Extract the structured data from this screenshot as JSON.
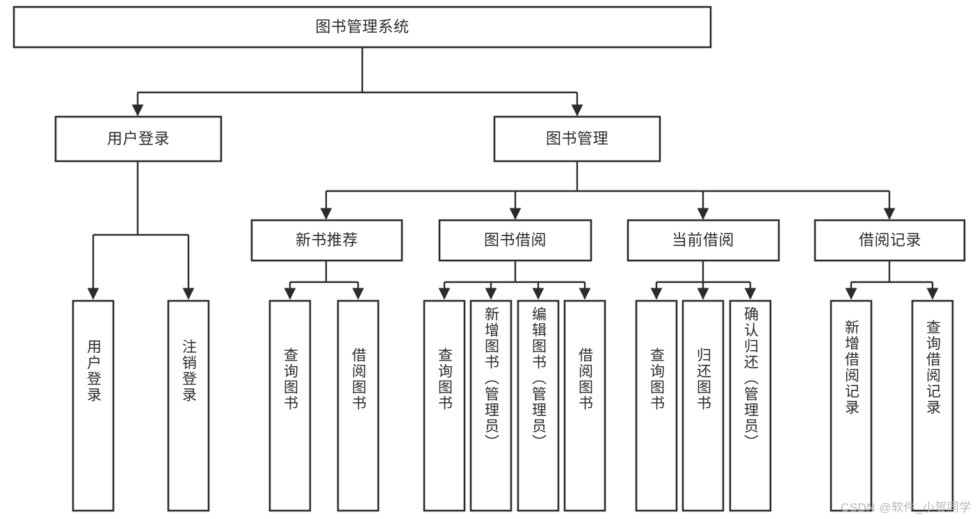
{
  "diagram": {
    "title": "图书管理系统",
    "type": "tree",
    "root": {
      "id": "root",
      "label": "图书管理系统"
    },
    "level2": [
      {
        "id": "user-login",
        "label": "用户登录"
      },
      {
        "id": "book-manage",
        "label": "图书管理"
      }
    ],
    "level3": [
      {
        "id": "new-book-recommend",
        "label": "新书推荐",
        "parent": "book-manage"
      },
      {
        "id": "book-borrow",
        "label": "图书借阅",
        "parent": "book-manage"
      },
      {
        "id": "current-borrow",
        "label": "当前借阅",
        "parent": "book-manage"
      },
      {
        "id": "borrow-record",
        "label": "借阅记录",
        "parent": "book-manage"
      }
    ],
    "leaves": [
      {
        "id": "leaf-user-login",
        "label": "用户登录",
        "parent": "user-login"
      },
      {
        "id": "leaf-logout",
        "label": "注销登录",
        "parent": "user-login"
      },
      {
        "id": "leaf-query-book-1",
        "label": "查询图书",
        "parent": "new-book-recommend"
      },
      {
        "id": "leaf-borrow-book-1",
        "label": "借阅图书",
        "parent": "new-book-recommend"
      },
      {
        "id": "leaf-query-book-2",
        "label": "查询图书",
        "parent": "book-borrow"
      },
      {
        "id": "leaf-add-book",
        "label": "新增图书（管理员）",
        "parent": "book-borrow"
      },
      {
        "id": "leaf-edit-book",
        "label": "编辑图书（管理员）",
        "parent": "book-borrow"
      },
      {
        "id": "leaf-borrow-book-2",
        "label": "借阅图书",
        "parent": "book-borrow"
      },
      {
        "id": "leaf-query-book-3",
        "label": "查询图书",
        "parent": "current-borrow"
      },
      {
        "id": "leaf-return-book",
        "label": "归还图书",
        "parent": "current-borrow"
      },
      {
        "id": "leaf-confirm-return",
        "label": "确认归还（管理员）",
        "parent": "current-borrow"
      },
      {
        "id": "leaf-add-record",
        "label": "新增借阅记录",
        "parent": "borrow-record"
      },
      {
        "id": "leaf-query-record",
        "label": "查询借阅记录",
        "parent": "borrow-record"
      }
    ],
    "colors": {
      "stroke": "#2b2b2b",
      "fill": "#ffffff",
      "text": "#2b2b2b",
      "watermark": "#b9b9b9",
      "background": "#ffffff"
    }
  },
  "watermark": {
    "text": "CSDN @软件_小贺同学"
  }
}
